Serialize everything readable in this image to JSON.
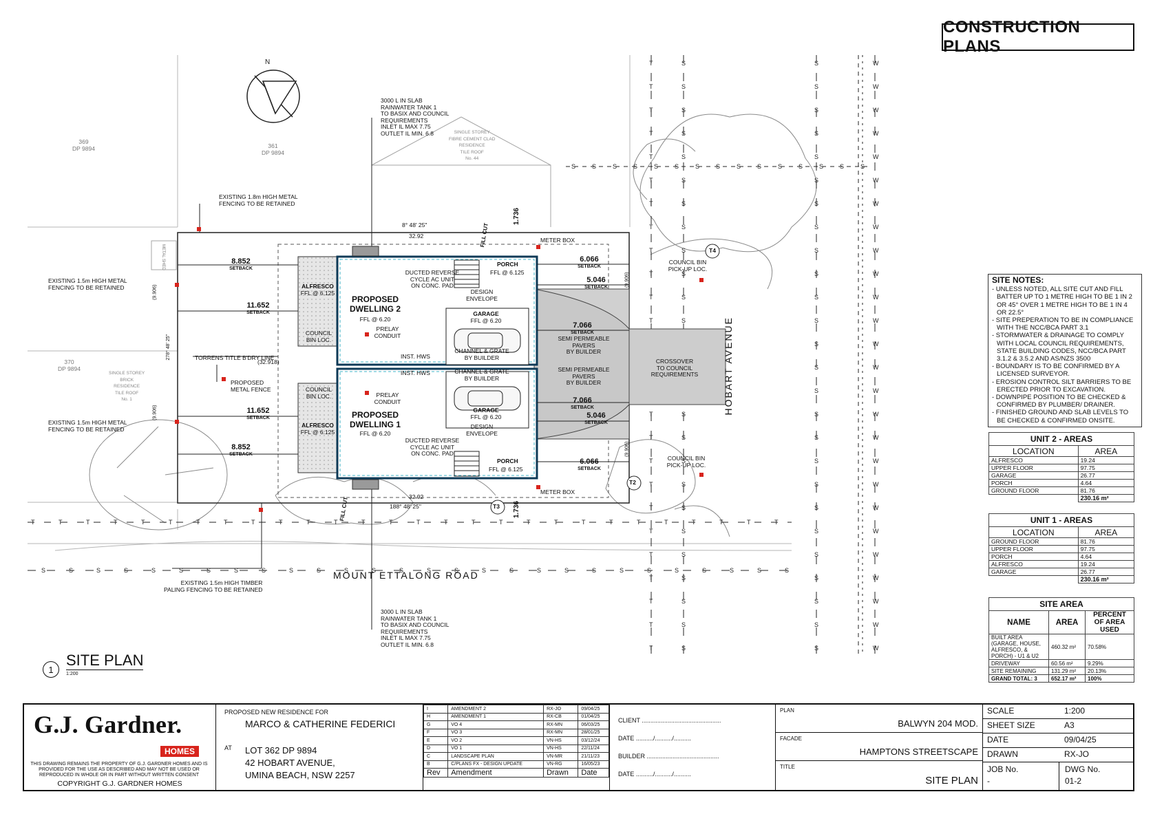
{
  "stamp": "CONSTRUCTION PLANS",
  "labels": {
    "lot_369": "369",
    "dp_369": "DP 9894",
    "lot_361": "361",
    "dp_361": "DP 9894",
    "lot_370": "370",
    "dp_370": "DP 9894",
    "tank_top": [
      "3000 L IN SLAB",
      "RAINWATER TANK 1",
      "TO BASIX AND COUNCIL",
      "REQUIREMENTS",
      "INLET IL MAX 7.75",
      "OUTLET IL MIN. 6.8"
    ],
    "tank_bottom": [
      "3000 L IN SLAB",
      "RAINWATER TANK 1",
      "TO BASIX AND COUNCIL",
      "REQUIREMENTS",
      "INLET IL MAX 7.75",
      "OUTLET IL MIN. 6.8"
    ],
    "fence_top": [
      "EXISTING 1.8m HIGH METAL",
      "FENCING TO BE RETAINED"
    ],
    "fence_left_1": [
      "EXISTING 1.5m HIGH METAL",
      "FENCING TO BE RETAINED"
    ],
    "fence_left_2": [
      "EXISTING 1.5m HIGH METAL",
      "FENCING TO BE RETAINED"
    ],
    "fence_bottom": [
      "EXISTING 1.5m HIGH TIMBER",
      "PALING FENCING TO BE RETAINED"
    ],
    "torrens": "TORRENS TITLE B'DRY LINE",
    "proposed_fence": [
      "PROPOSED",
      "METAL FENCE"
    ],
    "setbacks": {
      "s1": "8.852",
      "s2": "11.652",
      "s3": "11.652",
      "s4": "8.852",
      "s5": "6.066",
      "s6": "5.046",
      "s7": "7.066",
      "s8": "7.066",
      "s9": "5.046",
      "s10": "6.066",
      "s11": "1.736",
      "s12": "1.736",
      "word": "SETBACK"
    },
    "dwelling2": [
      "PROPOSED",
      "DWELLING 2"
    ],
    "ffl_d2": "FFL @ 6.20",
    "dwelling1": [
      "PROPOSED",
      "DWELLING 1"
    ],
    "ffl_d1": "FFL @ 6.20",
    "alfresco": "ALFRESCO",
    "ffl_alfresco": "FFL @ 6.125",
    "porch": "PORCH",
    "ffl_porch": "FFL @ 6.125",
    "garage": "GARAGE",
    "ffl_garage": "FFL @ 6.20",
    "ducted": [
      "DUCTED REVERSE",
      "CYCLE AC UNIT",
      "ON CONC. PAD"
    ],
    "design_env": [
      "DESIGN",
      "ENVELOPE"
    ],
    "prelay": [
      "PRELAY",
      "CONDUIT"
    ],
    "council_bin_loc": [
      "COUNCIL",
      "BIN LOC."
    ],
    "inst_hws": "INST. HWS",
    "channel": [
      "CHANNEL & GRATE",
      "BY BUILDER"
    ],
    "pavers": [
      "SEMI PERMEABLE",
      "PAVERS",
      "BY BUILDER"
    ],
    "crossover": [
      "CROSSOVER",
      "TO COUNCIL",
      "REQUIREMENTS"
    ],
    "council_bin_pickup": [
      "COUNCIL BIN",
      "PICK-UP LOC."
    ],
    "meter_box": "METER BOX",
    "fill_cut": "FILL CUT",
    "hobart": "HOBART AVENUE",
    "mount_ettalong": "MOUNT ETTALONG ROAD",
    "bearing_top": "8° 48' 25\"",
    "bearing_bottom": "188° 48' 25\"",
    "dim_top": "32.92",
    "dim_bottom": "32.92",
    "dim_side": "(32.918)",
    "left_dims": [
      "(9.906)",
      "278° 48' 25\"",
      "(9.906)"
    ],
    "right_dims": [
      "(9.906)",
      "(9.906)"
    ],
    "t_markers": [
      "T4",
      "T3",
      "T2"
    ],
    "single_storey_top": [
      "SINGLE STOREY",
      "FIBRE CEMENT CLAD",
      "RESIDENCE",
      "TILE ROOF",
      "No. 44"
    ],
    "single_storey_left": [
      "SINGLE STOREY",
      "BRICK",
      "RESIDENCE",
      "TILE ROOF",
      "No. 1"
    ],
    "metal_shed": "METAL SHED"
  },
  "site_plan": {
    "number": "1",
    "title": "SITE PLAN",
    "scale": "1:200"
  },
  "site_notes": {
    "title": "SITE NOTES:",
    "items": [
      "- UNLESS NOTED, ALL SITE CUT AND FILL BATTER UP TO 1 METRE HIGH TO BE 1 IN 2 OR 45° OVER 1 METRE HIGH TO BE 1 IN 4 OR 22.5°",
      "- SITE PREPERATION TO BE IN COMPLIANCE WITH THE NCC/BCA PART 3.1",
      "- STORMWATER & DRAINAGE TO COMPLY WITH LOCAL COUNCIL REQUIREMENTS, STATE BUILDING CODES, NCC/BCA PART 3.1.2 & 3.5.2 AND AS/NZS 3500",
      "- BOUNDARY IS TO BE CONFIRMED BY A LICENSED SURVEYOR.",
      "- EROSION CONTROL SILT BARRIERS TO BE ERECTED PRIOR TO EXCAVATION.",
      "- DOWNPIPE POSITION TO BE CHECKED & CONFIRMED BY PLUMBER/ DRAINER.",
      "- FINISHED GROUND AND SLAB LEVELS TO BE CHECKED & CONFIRMED ONSITE."
    ]
  },
  "unit2": {
    "title": "UNIT 2 - AREAS",
    "col_location": "LOCATION",
    "col_area": "AREA",
    "rows": [
      {
        "location": "ALFRESCO",
        "area": "19.24"
      },
      {
        "location": "UPPER FLOOR",
        "area": "97.75"
      },
      {
        "location": "GARAGE",
        "area": "26.77"
      },
      {
        "location": "PORCH",
        "area": "4.64"
      },
      {
        "location": "GROUND FLOOR",
        "area": "81.76"
      }
    ],
    "total": "230.16 m²"
  },
  "unit1": {
    "title": "UNIT 1 - AREAS",
    "col_location": "LOCATION",
    "col_area": "AREA",
    "rows": [
      {
        "location": "GROUND FLOOR",
        "area": "81.76"
      },
      {
        "location": "UPPER FLOOR",
        "area": "97.75"
      },
      {
        "location": "PORCH",
        "area": "4.64"
      },
      {
        "location": "ALFRESCO",
        "area": "19.24"
      },
      {
        "location": "GARAGE",
        "area": "26.77"
      }
    ],
    "total": "230.16 m²"
  },
  "site_area": {
    "title": "SITE AREA",
    "col_name": "NAME",
    "col_area": "AREA",
    "col_percent": "PERCENT OF AREA USED",
    "rows": [
      {
        "name": "BUILT AREA (GARAGE, HOUSE, ALFRESCO, & PORCH) - U1 & U2",
        "area": "460.32 m²",
        "percent": "70.58%"
      },
      {
        "name": "DRIVEWAY",
        "area": "60.56 m²",
        "percent": "9.29%"
      },
      {
        "name": "SITE REMAINING",
        "area": "131.29 m²",
        "percent": "20.13%"
      }
    ],
    "total": {
      "name": "GRAND TOTAL: 3",
      "area": "652.17 m²",
      "percent": "100%"
    }
  },
  "title_block": {
    "logo": "G.J. Gardner.",
    "homes": "HOMES",
    "disclaimer": "THIS DRAWING REMAINS THE PROPERTY OF G.J. GARDNER HOMES AND IS PROVIDED FOR THE USE AS DESCRIBED AND MAY NOT BE USED OR REPRODUCED IN WHOLE OR IN PART WITHOUT WRITTEN CONSENT",
    "copyright": "COPYRIGHT G.J. GARDNER HOMES",
    "proposed_for": "PROPOSED NEW RESIDENCE FOR",
    "client_name": "MARCO & CATHERINE FEDERICI",
    "at": "AT",
    "address": [
      "LOT 362 DP 9894",
      "42 HOBART AVENUE,",
      "UMINA BEACH, NSW 2257"
    ],
    "revisions": [
      {
        "rev": "I",
        "amendment": "AMENDMENT 2",
        "drawn": "RX-JO",
        "date": "09/04/25"
      },
      {
        "rev": "H",
        "amendment": "AMENDMENT 1",
        "drawn": "RX-CB",
        "date": "01/04/25"
      },
      {
        "rev": "G",
        "amendment": "VO 4",
        "drawn": "RX-MN",
        "date": "06/03/25"
      },
      {
        "rev": "F",
        "amendment": "VO 3",
        "drawn": "RX-MN",
        "date": "28/01/25"
      },
      {
        "rev": "E",
        "amendment": "VO 2",
        "drawn": "VN-HS",
        "date": "03/12/24"
      },
      {
        "rev": "D",
        "amendment": "VO 1",
        "drawn": "VN-HS",
        "date": "22/11/24"
      },
      {
        "rev": "C",
        "amendment": "LANDSCAPE PLAN",
        "drawn": "VN-MR",
        "date": "21/11/23"
      },
      {
        "rev": "B",
        "amendment": "C/PLANS FX - DESIGN UPDATE",
        "drawn": "VN-RG",
        "date": "16/05/23"
      }
    ],
    "rev_header": {
      "rev": "Rev",
      "amendment": "Amendment",
      "drawn": "Drawn",
      "date": "Date"
    },
    "client_label": "CLIENT ..............................................",
    "date_label_1": "DATE ........../........../..........",
    "builder_label": "BUILDER ..........................................",
    "date_label_2": "DATE ........../........../..........",
    "plan_label": "PLAN",
    "plan_value": "BALWYN 204 MOD.",
    "facade_label": "FACADE",
    "facade_value": "HAMPTONS STREETSCAPE",
    "title_label": "TITLE",
    "title_value": "SITE PLAN",
    "scale_label": "SCALE",
    "scale_value": "1:200",
    "sheet_label": "SHEET SIZE",
    "sheet_value": "A3",
    "date_label": "DATE",
    "date_value": "09/04/25",
    "drawn_label": "DRAWN",
    "drawn_value": "RX-JO",
    "job_label": "JOB No.",
    "job_value": "-",
    "dwg_label": "DWG No.",
    "dwg_value": "01-2"
  },
  "colors": {
    "accent": "#d8241c",
    "line": "#222222",
    "cyan": "#3fb4c8",
    "paving": "#d3d3d3"
  }
}
